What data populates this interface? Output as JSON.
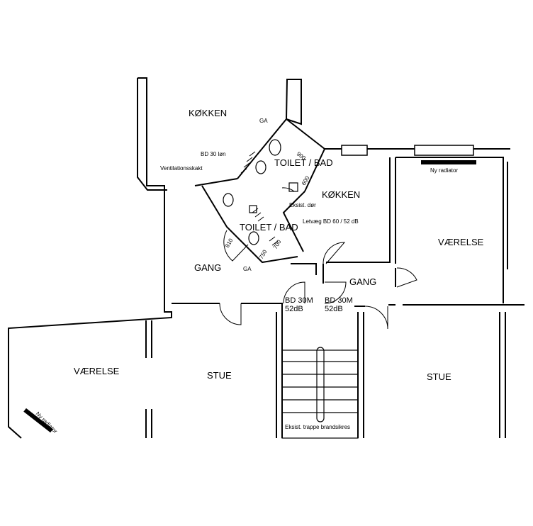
{
  "rooms": {
    "kitchen_left": "KØKKEN",
    "kitchen_right": "KØKKEN",
    "toilet_bath_upper": "TOILET / BAD",
    "toilet_bath_lower": "TOILET / BAD",
    "hall_left": "GANG",
    "hall_right": "GANG",
    "bedroom_right": "VÆRELSE",
    "bedroom_left": "VÆRELSE",
    "living_mid": "STUE",
    "living_right": "STUE"
  },
  "annotations": {
    "ga_top": "GA",
    "ga_bottom": "GA",
    "bd30": "BD 30 løn",
    "ventilation": "Ventilationsskakt",
    "existing_door": "Eksist. dør",
    "partition": "Letvæg BD 60 / 52 dB",
    "new_radiator_top": "Ny radiator",
    "new_radiator_bottom": "Ny radiator",
    "door_left_rating": "BD 30M",
    "door_left_db": "52dB",
    "door_right_rating": "BD 30M",
    "door_right_db": "52dB",
    "stairs": "Eksist. trappe brandsikres"
  },
  "dimensions": {
    "d1": "900",
    "d2": "810",
    "d3": "750",
    "d4": "700",
    "d5": "600"
  },
  "colors": {
    "ink": "#000000",
    "paper": "#ffffff"
  }
}
